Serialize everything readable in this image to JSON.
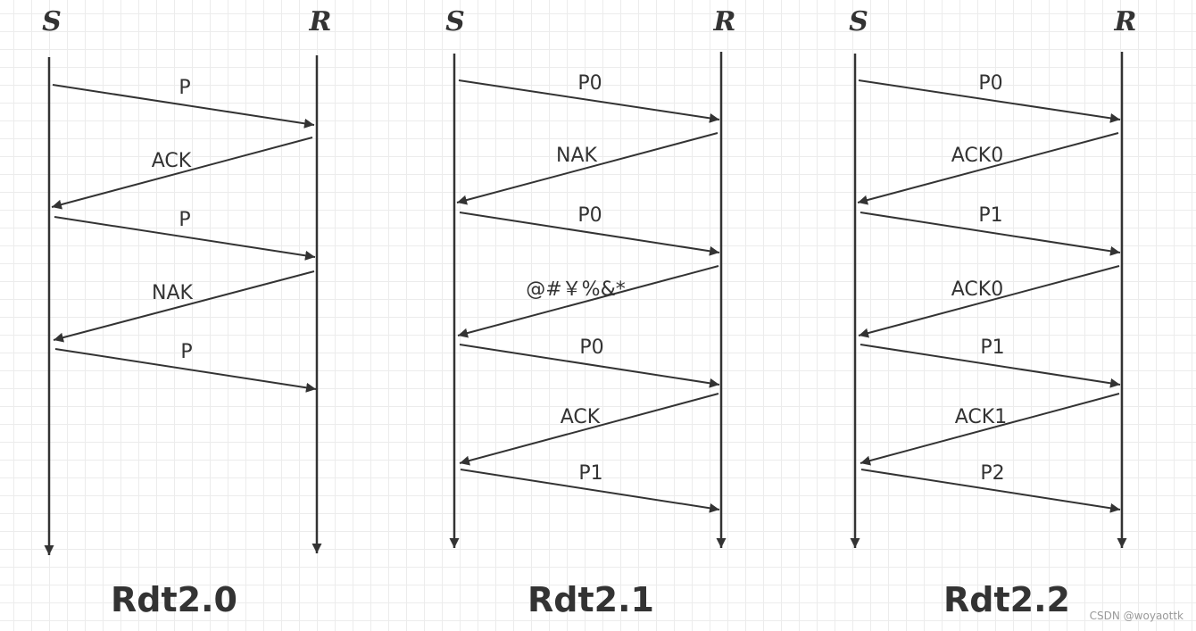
{
  "colors": {
    "line": "#333333",
    "grid": "#ececec",
    "background": "#ffffff"
  },
  "diagrams": [
    {
      "title": "Rdt2.0",
      "sender": "S",
      "receiver": "R",
      "messages": [
        "P",
        "ACK",
        "P",
        "NAK",
        "P"
      ]
    },
    {
      "title": "Rdt2.1",
      "sender": "S",
      "receiver": "R",
      "messages": [
        "P0",
        "NAK",
        "P0",
        "@#￥%&*",
        "P0",
        "ACK",
        "P1"
      ]
    },
    {
      "title": "Rdt2.2",
      "sender": "S",
      "receiver": "R",
      "messages": [
        "P0",
        "ACK0",
        "P1",
        "ACK0",
        "P1",
        "ACK1",
        "P2"
      ]
    }
  ],
  "watermark": "CSDN @woyaottk"
}
